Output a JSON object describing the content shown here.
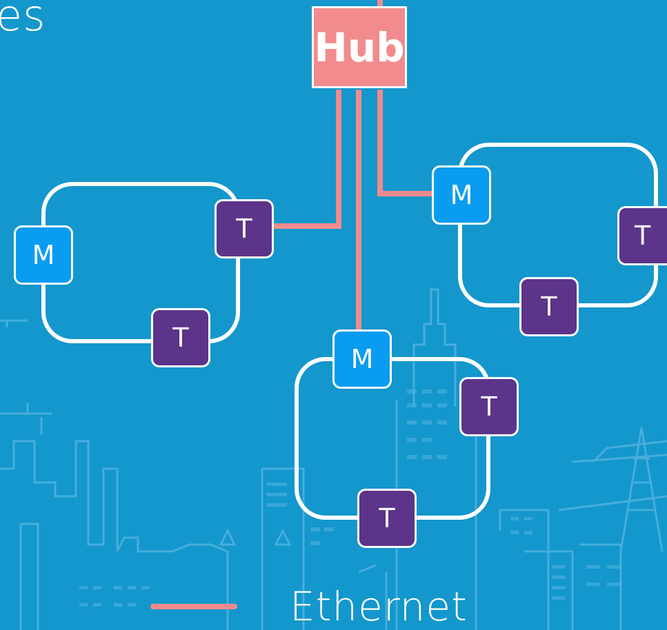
{
  "title_fragment": "es",
  "hub": {
    "label": "Hub"
  },
  "rings": [
    {
      "id": "left",
      "nodes": [
        {
          "label": "M"
        },
        {
          "label": "T"
        },
        {
          "label": "T"
        }
      ]
    },
    {
      "id": "center",
      "nodes": [
        {
          "label": "M"
        },
        {
          "label": "T"
        },
        {
          "label": "T"
        }
      ]
    },
    {
      "id": "right",
      "nodes": [
        {
          "label": "M"
        },
        {
          "label": "T"
        },
        {
          "label": "T"
        }
      ]
    }
  ],
  "legend": {
    "label": "Ethernet"
  },
  "colors": {
    "background": "#1497cc",
    "hub": "#f28b8e",
    "ethernet_line": "#f28b8e",
    "ring_line": "#ffffff",
    "master_node": "#0a9cf0",
    "terminal_node": "#5c3489",
    "skyline": "#4fb3df"
  }
}
